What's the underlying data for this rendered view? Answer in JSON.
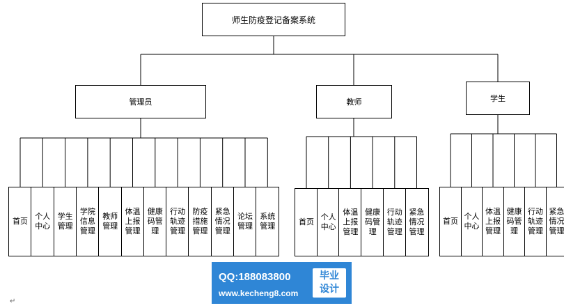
{
  "diagram": {
    "root": "师生防疫登记备案系统",
    "roles": [
      {
        "name": "管理员",
        "modules": [
          [
            "首页"
          ],
          [
            "个人",
            "中心"
          ],
          [
            "学生",
            "管理"
          ],
          [
            "学院",
            "信息",
            "管理"
          ],
          [
            "教师",
            "管理"
          ],
          [
            "体温",
            "上报",
            "管理"
          ],
          [
            "健康",
            "码管",
            "理"
          ],
          [
            "行动",
            "轨迹",
            "管理"
          ],
          [
            "防疫",
            "措施",
            "管理"
          ],
          [
            "紧急",
            "情况",
            "管理"
          ],
          [
            "论坛",
            "管理"
          ],
          [
            "系统",
            "管理"
          ]
        ]
      },
      {
        "name": "教师",
        "modules": [
          [
            "首页"
          ],
          [
            "个人",
            "中心"
          ],
          [
            "体温",
            "上报",
            "管理"
          ],
          [
            "健康",
            "码管",
            "理"
          ],
          [
            "行动",
            "轨迹",
            "管理"
          ],
          [
            "紧急",
            "情况",
            "管理"
          ]
        ]
      },
      {
        "name": "学生",
        "modules": [
          [
            "首页"
          ],
          [
            "个人",
            "中心"
          ],
          [
            "体温",
            "上报",
            "管理"
          ],
          [
            "健康",
            "码管理"
          ],
          [
            "行动",
            "轨迹",
            "管理"
          ],
          [
            "紧急",
            "情况",
            "管理"
          ]
        ]
      }
    ]
  },
  "watermark": {
    "qq": "QQ:188083800",
    "url": "www.kecheng8.com",
    "badge_line1": "毕业",
    "badge_line2": "设计"
  },
  "paragraph_mark": "↵"
}
